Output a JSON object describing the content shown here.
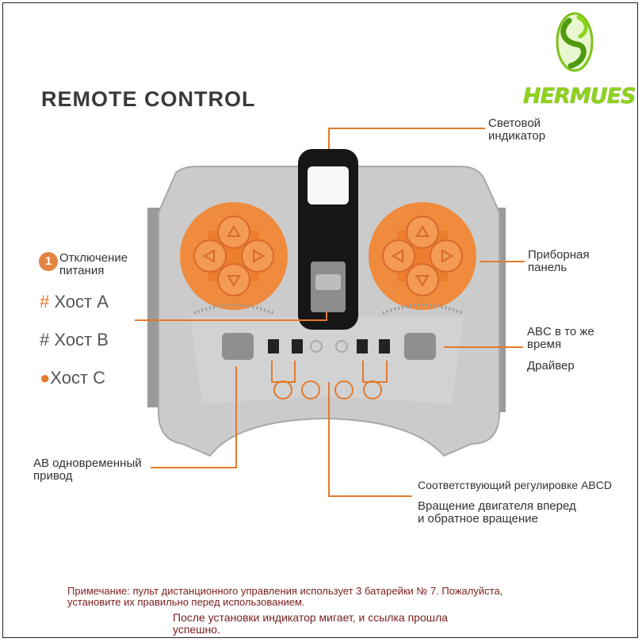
{
  "title": "REMOTE CONTROL",
  "logo": {
    "text": "HERMUES"
  },
  "labels": {
    "light_indicator": "Световой\nиндикатор",
    "power_off": "Отключение\nпитания",
    "power_off_badge": "1",
    "host_a": "Хост А",
    "host_b": "Хост В",
    "host_c": "Хост С",
    "dashboard": "Приборная\nпанель",
    "abc_same_time": "ABC в то же\nвремя",
    "driver": "Драйвер",
    "ab_drive": "AB одновременный\nпривод",
    "abcd_adjust": "Соответствующий регулировке ABCD",
    "motor_rotation": "Вращение двигателя вперед\nи обратное вращение"
  },
  "notes": {
    "battery": "Примечание: пульт дистанционного управления использует 3 батарейки № 7. Пожалуйста,\nустановите их правильно перед использованием.",
    "indicator": "После установки индикатор мигает, и ссылка прошла\nуспешно."
  },
  "colors": {
    "accent": "#e37a2c",
    "device_body": "#c9c9c9",
    "dial": "#f08a3c",
    "logo_green": "#8ed21b"
  }
}
